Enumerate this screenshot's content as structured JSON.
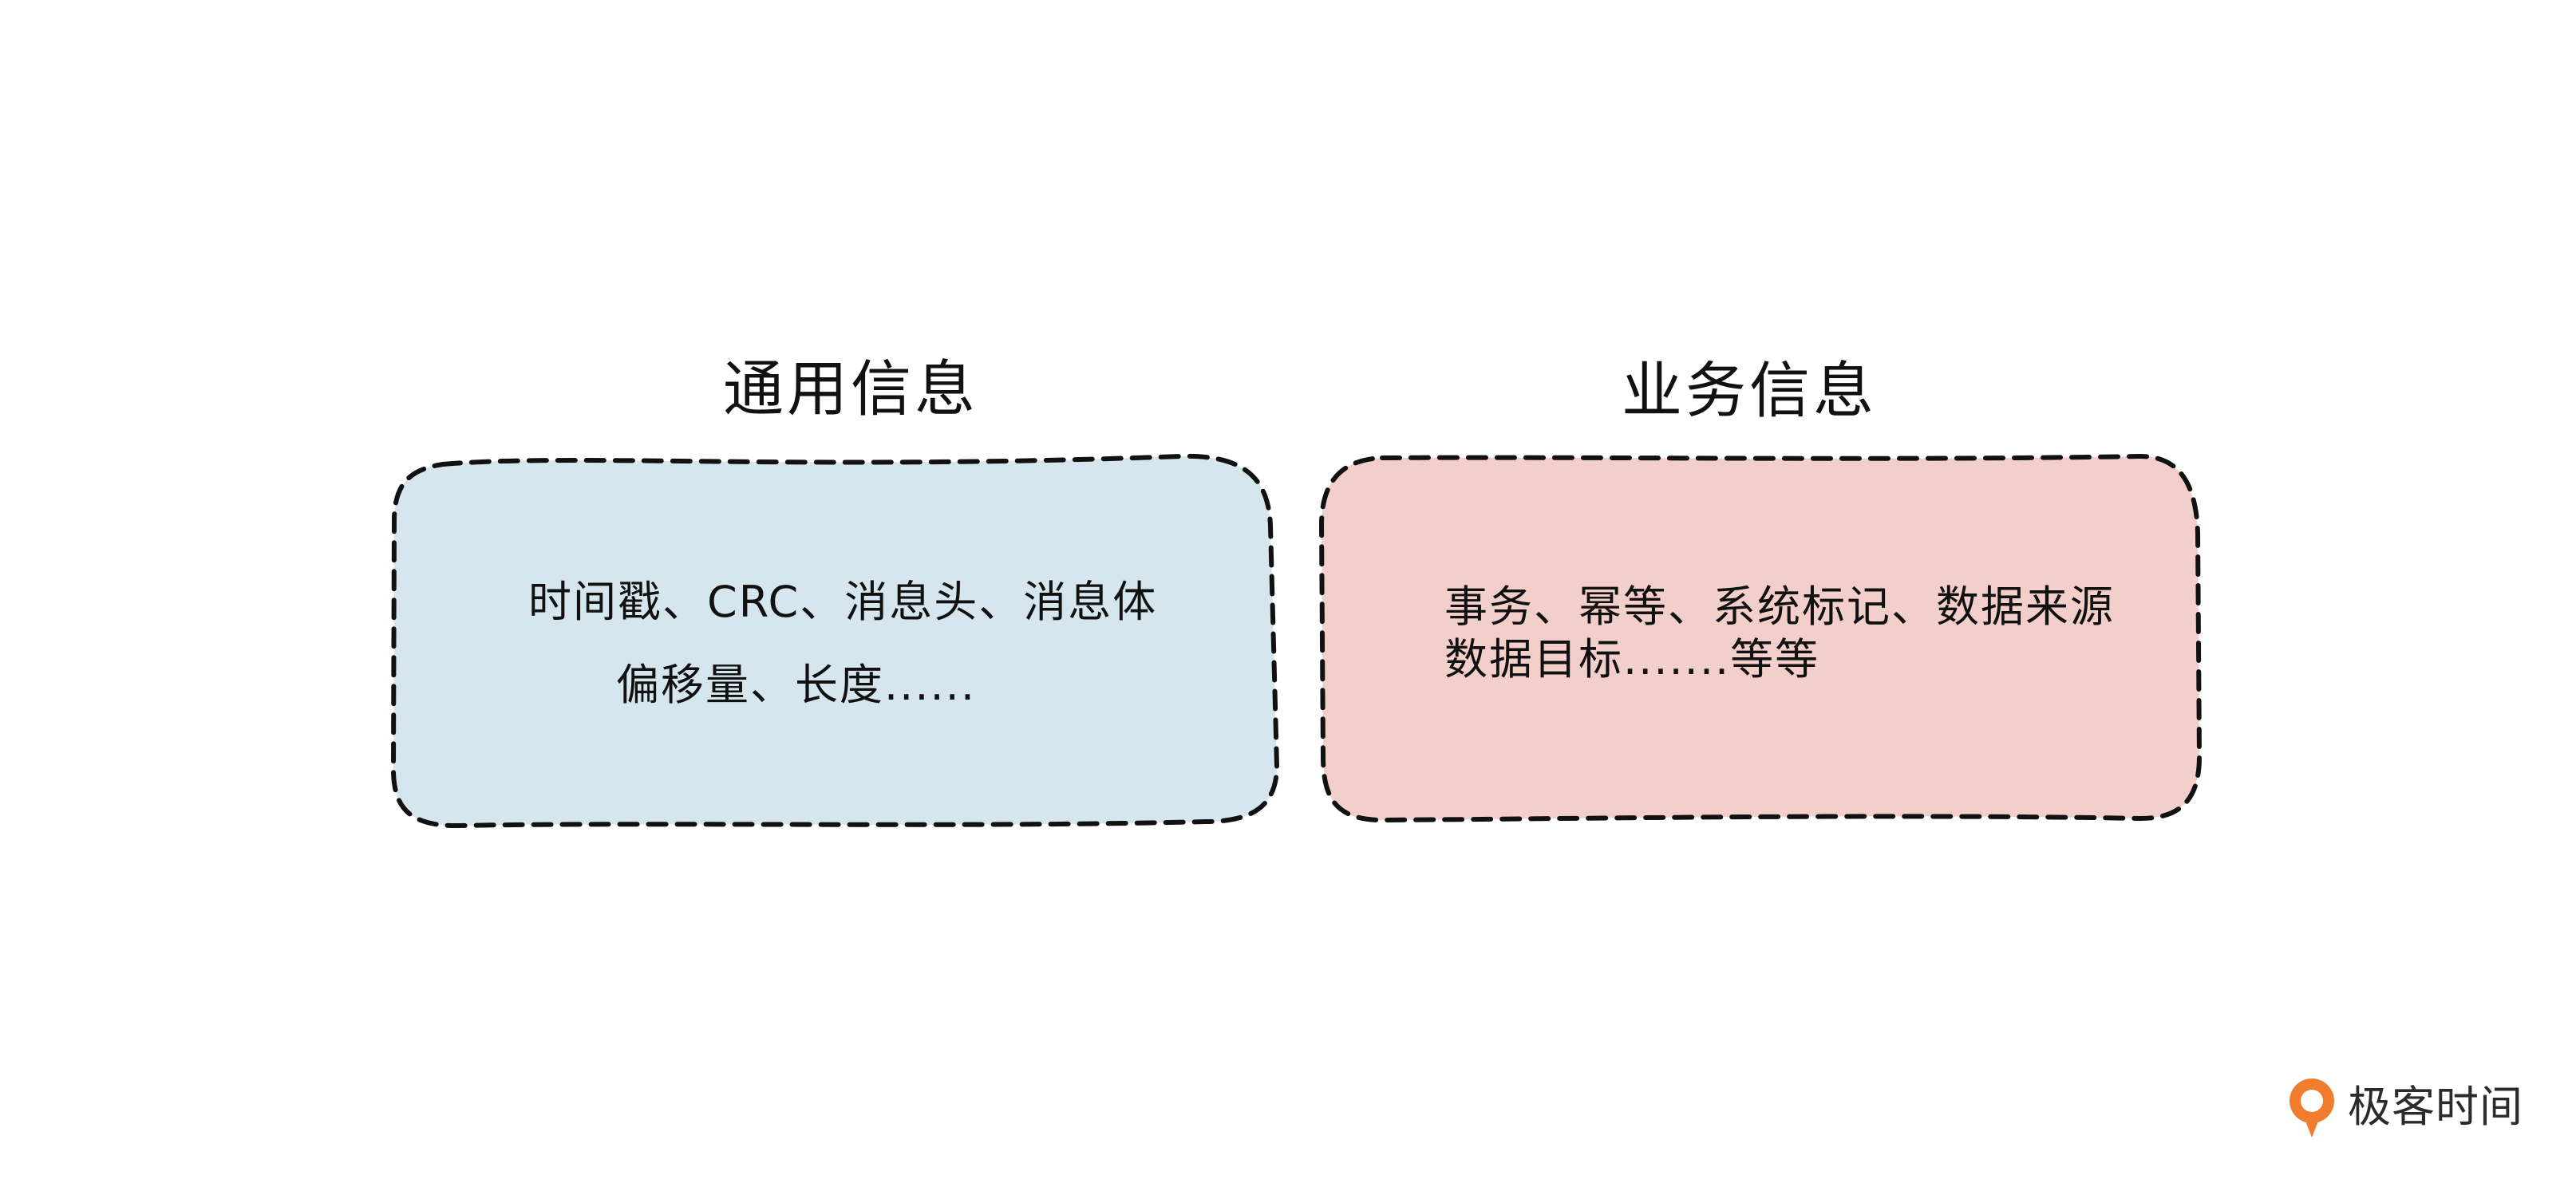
{
  "panels": [
    {
      "title": "通用信息",
      "fill_color": "#d6e6ee",
      "lines": [
        "时间戳、CRC、消息头、消息体",
        "偏移量、长度......"
      ]
    },
    {
      "title": "业务信息",
      "fill_color": "#f3cfcc",
      "lines": [
        "事务、幂等、系统标记、数据来源",
        "数据目标.......等等"
      ]
    }
  ],
  "logo": {
    "text": "极客时间",
    "icon": "geektime-logo-icon",
    "accent_color": "#f07c2e"
  },
  "border_color": "#111111"
}
